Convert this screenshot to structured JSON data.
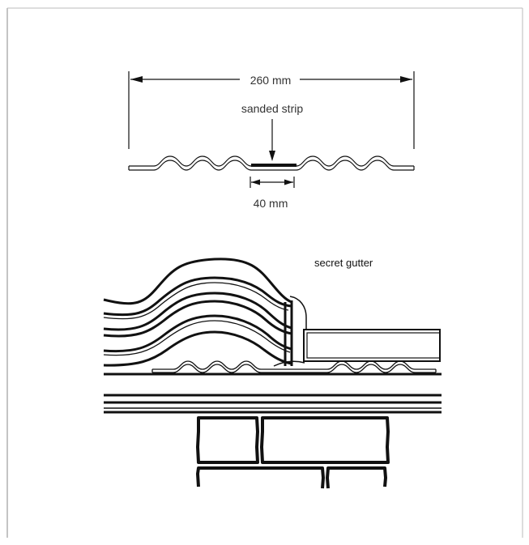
{
  "colors": {
    "line": "#111111",
    "frame": "#777777",
    "text": "#333333",
    "background": "#ffffff"
  },
  "top_detail": {
    "width_label": "260 mm",
    "strip_label": "sanded strip",
    "strip_width_label": "40 mm"
  },
  "bottom_detail": {
    "gutter_label": "secret gutter"
  }
}
